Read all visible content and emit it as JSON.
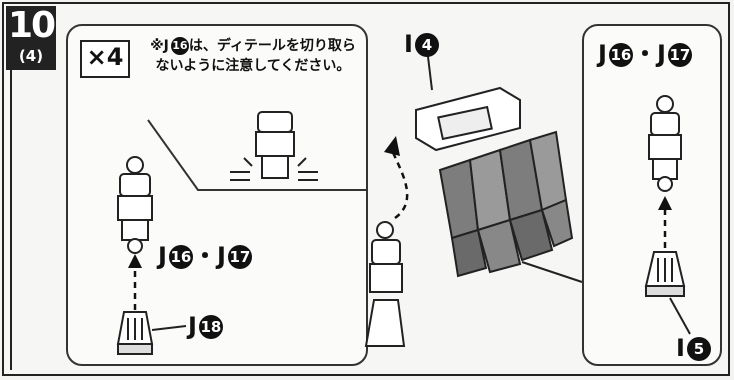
{
  "step": {
    "number": "10",
    "sub": "(4)"
  },
  "left_panel": {
    "multiplier": "×4",
    "note": "※J⑯は、ディテールを切り取らないように注意してください。",
    "note_prefix": "※J",
    "note_circle": "16",
    "note_text": "は、ディテールを切り取らないように注意してください。"
  },
  "labels": {
    "j16_j17_left": {
      "a": "J",
      "a_num": "16",
      "sep": "・",
      "b": "J",
      "b_num": "17"
    },
    "j18": {
      "a": "J",
      "a_num": "18"
    },
    "i4": {
      "a": "I",
      "a_num": "4"
    },
    "j16_j17_right": {
      "a": "J",
      "a_num": "16",
      "sep": "・",
      "b": "J",
      "b_num": "17"
    },
    "i5": {
      "a": "I",
      "a_num": "5"
    }
  },
  "colors": {
    "ink": "#111111",
    "line": "#333333",
    "paper": "#f6f6f4",
    "part_gray": "#9a9a9a",
    "part_dark": "#6a6a6a"
  }
}
